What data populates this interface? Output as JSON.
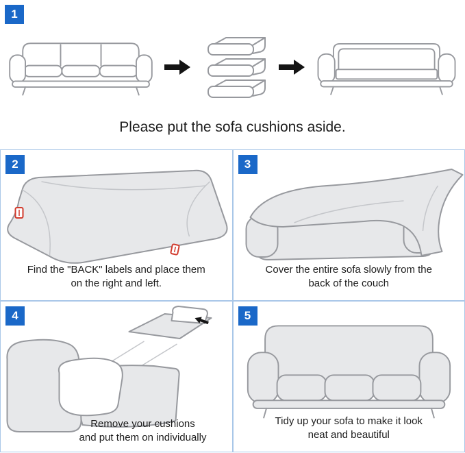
{
  "title": "Sofa cover installation instructions",
  "colors": {
    "badge_bg": "#1a68c8",
    "badge_text": "#ffffff",
    "grid_border": "#a9c7e8",
    "caption_text": "#1c1c1c",
    "arrow": "#141414",
    "tag_red": "#d23a2c",
    "fill_gray": "#e7e8ea",
    "stroke_gray": "#97999e",
    "bg": "#ffffff"
  },
  "steps": [
    {
      "number": "1",
      "caption_lines": [
        "Please put the sofa cushions aside."
      ]
    },
    {
      "number": "2",
      "caption_lines": [
        "Find the \"BACK\" labels and place them",
        "on the right and left."
      ]
    },
    {
      "number": "3",
      "caption_lines": [
        "Cover the entire sofa slowly from the",
        "back of the couch"
      ]
    },
    {
      "number": "4",
      "caption_lines": [
        "Remove your cushions",
        "and put them on individually"
      ]
    },
    {
      "number": "5",
      "caption_lines": [
        "Tidy up your sofa to make it look",
        "neat and beautiful"
      ]
    }
  ]
}
